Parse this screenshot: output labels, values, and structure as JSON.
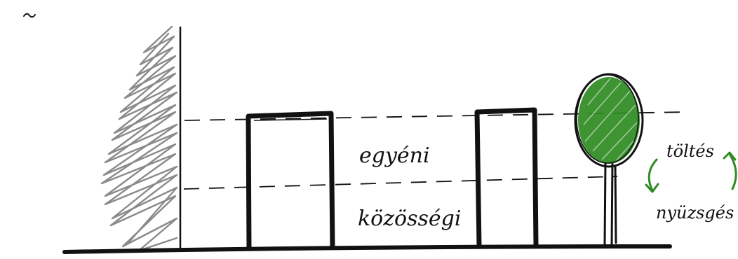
{
  "labels": {
    "private": "egyéni",
    "community": "közösségi",
    "filling": "töltés",
    "bustle": "nyüzsgés"
  },
  "colors": {
    "ink": "#111111",
    "hatch": "#8a8a8a",
    "tree_fill": "#2e8b22",
    "arrow": "#2e8b22"
  },
  "icons": {
    "corner_mark": "tilde-mark",
    "cycle": "cycle-arrows"
  }
}
